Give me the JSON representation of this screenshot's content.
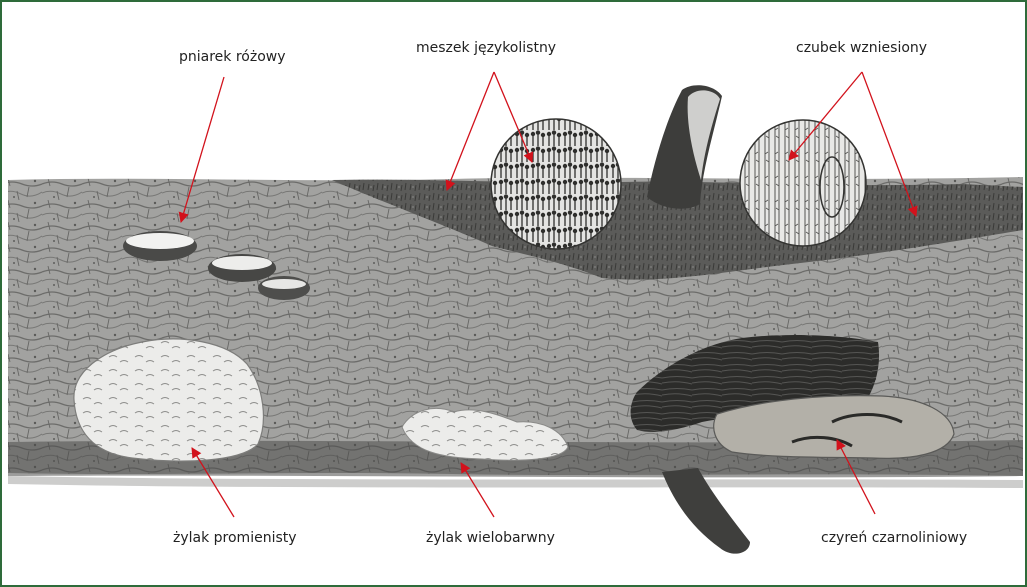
{
  "labels": {
    "pink_conk": "pniarek różowy",
    "tongue_moss": "meszek językolistny",
    "raised_tuft": "czubek wzniesiony",
    "radial_vein": "żylak promienisty",
    "multicolor_vein": "żylak wielobarwny",
    "blackline_crust": "czyreń czarnoliniowy"
  },
  "colors": {
    "frame_border": "#2e6b3a",
    "leader_arrow": "#d2121c",
    "bark": "#9e9e9c",
    "bark_dark": "#5d5d5b",
    "moss": "#535351",
    "fungus_white": "#ededeb",
    "crust_dark": "#2a2a28",
    "crust_pale": "#b6b3ab"
  },
  "icons": {
    "log": "fallen-log-illustration",
    "zoom_circles": "magnifier-circle",
    "arrows": "arrow-pointer"
  }
}
